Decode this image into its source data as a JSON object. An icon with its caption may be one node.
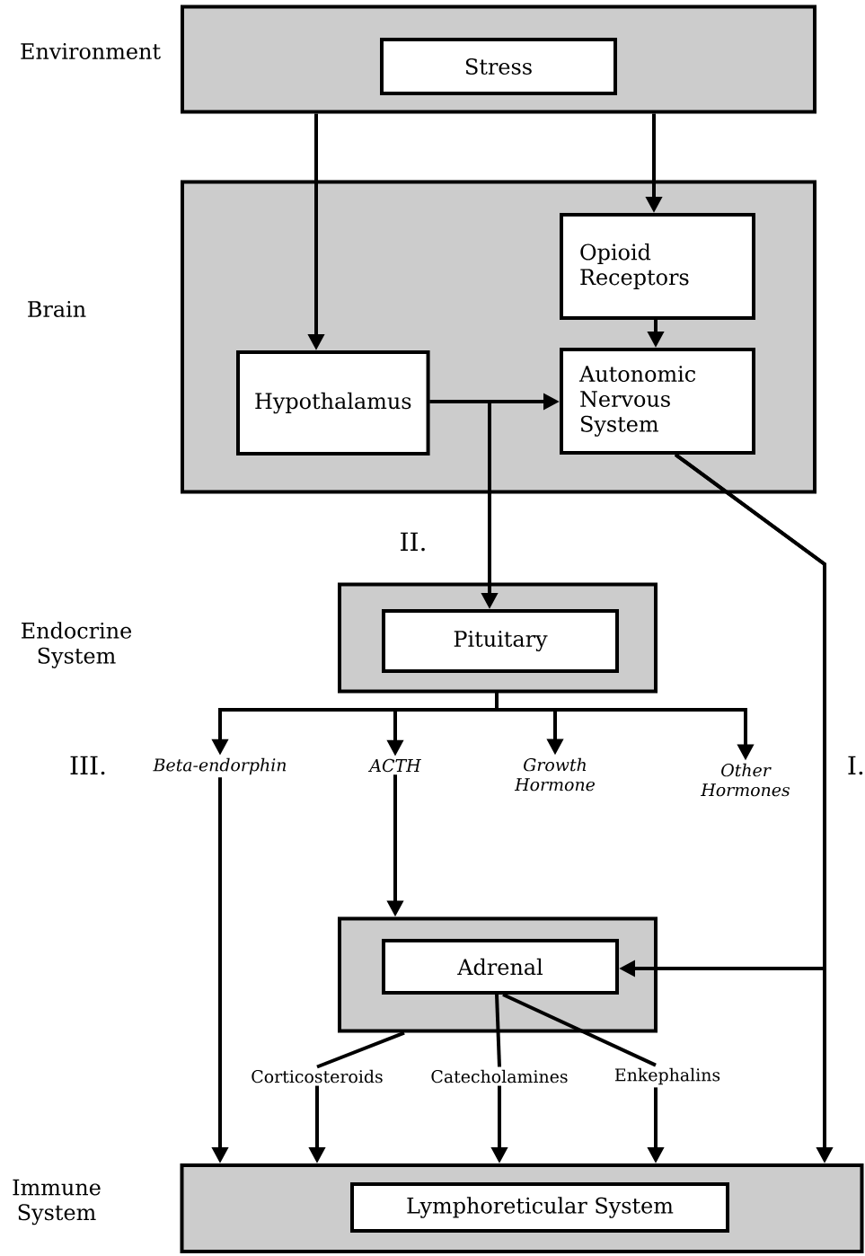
{
  "diagram": {
    "nodes": [
      {
        "text": [],
        "shape": "box"
      },
      {
        "text": [
          "Stress"
        ],
        "in": 0
      },
      {
        "text": [],
        "shape": "box"
      },
      {
        "text": [
          "Opioid Receptors"
        ],
        "in": 2
      },
      {
        "text": [
          "Hypothalamus"
        ],
        "in": 2
      },
      {
        "text": [
          "Autonomic Nervous System"
        ],
        "in": 2
      },
      {
        "text": [],
        "shape": "box"
      },
      {
        "text": [
          "Pituitary"
        ],
        "in": 6
      },
      {
        "text": [
          "Beta-endorphin"
        ]
      },
      {
        "text": [
          "ACTH"
        ]
      },
      {
        "text": [
          "Growth Hormone"
        ]
      },
      {
        "text": [
          "Other Hormones"
        ]
      },
      {
        "text": [],
        "shape": "box"
      },
      {
        "text": [
          "Adrenal"
        ],
        "in": 12
      },
      {
        "text": [
          "Corticosteroids"
        ]
      },
      {
        "text": [
          "Catecholamines"
        ]
      },
      {
        "text": [
          "Enkephalins"
        ]
      },
      {
        "text": [],
        "shape": "box"
      },
      {
        "text": [
          "Lymphoreticular System"
        ],
        "in": 17
      }
    ],
    "edges": [
      {
        "from": 0,
        "to": 4,
        "arrow": "to"
      },
      {
        "from": 0,
        "to": 3,
        "arrow": "to"
      },
      {
        "from": 3,
        "to": 5,
        "arrow": "to"
      },
      {
        "from": 4,
        "to": 5,
        "arrow": "to"
      },
      {
        "from": 4,
        "to": 7,
        "arrow": "to"
      },
      {
        "from": 5,
        "to": 17,
        "arrow": "to"
      },
      {
        "from": 5,
        "to": 13,
        "arrow": "to"
      },
      {
        "from": 6,
        "to": 8,
        "arrow": "to"
      },
      {
        "from": 6,
        "to": 9,
        "arrow": "to"
      },
      {
        "from": 6,
        "to": 10,
        "arrow": "to"
      },
      {
        "from": 6,
        "to": 11,
        "arrow": "to"
      },
      {
        "from": 8,
        "to": 17,
        "arrow": "to"
      },
      {
        "from": 9,
        "to": 12,
        "arrow": "to"
      },
      {
        "from": 12,
        "to": 14,
        "arrow": "none"
      },
      {
        "from": 13,
        "to": 15,
        "arrow": "none"
      },
      {
        "from": 13,
        "to": 16,
        "arrow": "none"
      },
      {
        "from": 14,
        "to": 17,
        "arrow": "to"
      },
      {
        "from": 15,
        "to": 17,
        "arrow": "to"
      },
      {
        "from": 16,
        "to": 17,
        "arrow": "to"
      }
    ],
    "labels": [
      "Environment",
      "Brain",
      "II.",
      "Endocrine System",
      "III.",
      "I.",
      "Immune System"
    ]
  }
}
